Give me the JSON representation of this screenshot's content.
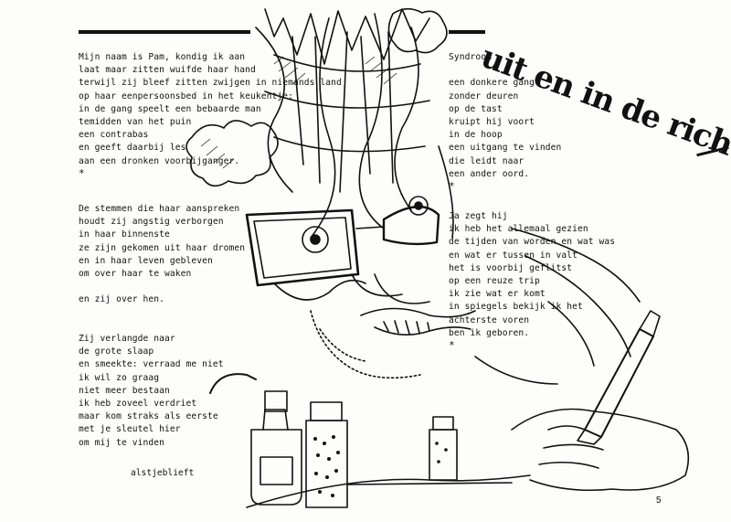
{
  "title": "uit en in de richting",
  "page_number": "5",
  "left_column": {
    "stanza1": [
      "Mijn naam is Pam, kondig ik aan",
      "laat maar zitten wuifde haar hand",
      "terwijl zij bleef zitten zwijgen in niemands land",
      "op haar eenpersoonsbed in het keukentje;",
      "in de gang speelt een bebaarde man",
      "temidden van het puin",
      "een contrabas",
      "en geeft daarbij les",
      "aan een dronken voorbijganger."
    ],
    "separator": "*",
    "stanza2": [
      "De stemmen die haar aanspreken",
      "houdt zij angstig verborgen",
      "in haar binnenste",
      "ze zijn gekomen uit haar dromen",
      "en in haar leven gebleven",
      "om over haar te waken",
      "",
      "en zij over hen."
    ],
    "stanza3": [
      "Zij verlangde naar",
      "de grote slaap",
      "en smeekte: verraad me niet",
      "ik wil zo graag",
      "niet meer bestaan",
      "ik heb zoveel verdriet",
      "maar kom straks als eerste",
      "met je sleutel hier",
      "om mij te vinden"
    ],
    "signoff": "alstjeblieft"
  },
  "right_column": {
    "stanza1": [
      "Syndroom",
      "",
      "een donkere gang",
      "zonder deuren",
      "op de tast",
      "kruipt hij voort",
      "in de hoop",
      "een uitgang te vinden",
      "die leidt naar",
      "een ander oord."
    ],
    "separator": "*",
    "stanza2": [
      "Ja zegt hij",
      "ik heb het allemaal gezien",
      "de tijden van worden en wat was",
      "en wat er tussen in valt",
      "het is voorbij geflitst",
      "op een reuze trip",
      "ik zie wat er komt",
      "in spiegels bekijk ik het",
      "achterste voren",
      "ben ik geboren."
    ],
    "separator2": "*"
  }
}
